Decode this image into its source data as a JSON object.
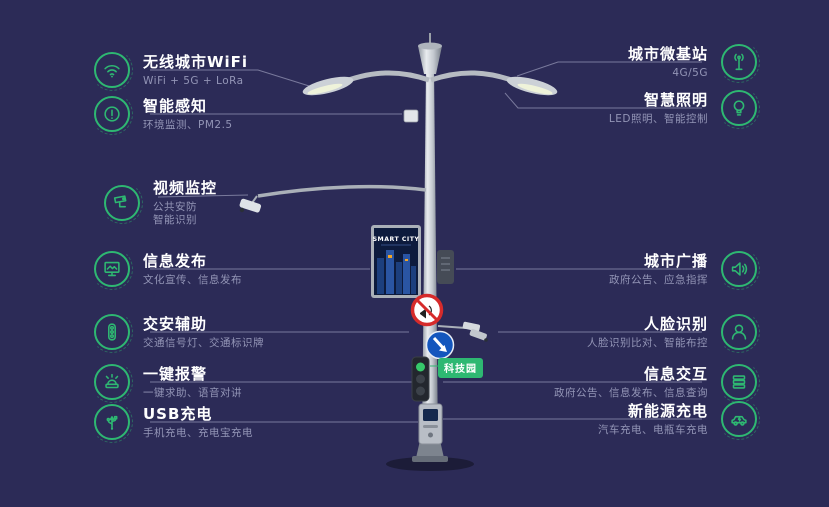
{
  "background": "#2c2b57",
  "accent_green": "#2eb872",
  "pole": {
    "screen_title": "SMART CITY",
    "tech_park_label": "科技园"
  },
  "features": {
    "left": [
      {
        "title": "无线城市WiFi",
        "subtitle": "WiFi + 5G + LoRa",
        "icon": "wifi-icon"
      },
      {
        "title": "智能感知",
        "subtitle": "环境监测、PM2.5",
        "icon": "sensor-icon"
      },
      {
        "title": "视频监控",
        "subtitle": "公共安防",
        "subtitle2": "智能识别",
        "icon": "cctv-icon"
      },
      {
        "title": "信息发布",
        "subtitle": "文化宣传、信息发布",
        "icon": "billboard-icon"
      },
      {
        "title": "交安辅助",
        "subtitle": "交通信号灯、交通标识牌",
        "icon": "traffic-light-icon"
      },
      {
        "title": "一键报警",
        "subtitle": "一键求助、语音对讲",
        "icon": "alarm-icon"
      },
      {
        "title": "USB充电",
        "subtitle": "手机充电、充电宝充电",
        "icon": "usb-icon"
      }
    ],
    "right": [
      {
        "title": "城市微基站",
        "subtitle": "4G/5G",
        "icon": "antenna-icon"
      },
      {
        "title": "智慧照明",
        "subtitle": "LED照明、智能控制",
        "icon": "bulb-icon"
      },
      {
        "title": "城市广播",
        "subtitle": "政府公告、应急指挥",
        "icon": "speaker-icon"
      },
      {
        "title": "人脸识别",
        "subtitle": "人脸识别比对、智能布控",
        "icon": "face-icon"
      },
      {
        "title": "信息交互",
        "subtitle": "政府公告、信息发布、信息查询",
        "icon": "interaction-icon"
      },
      {
        "title": "新能源充电",
        "subtitle": "汽车充电、电瓶车充电",
        "icon": "ev-icon"
      }
    ]
  }
}
